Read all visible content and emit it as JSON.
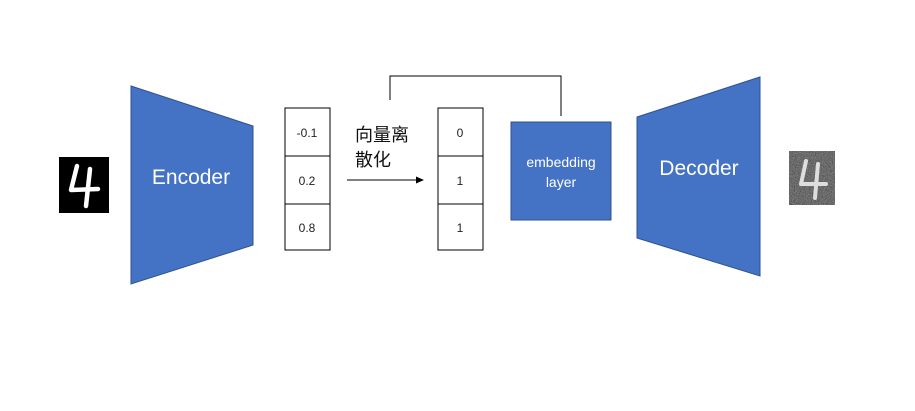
{
  "encoder": {
    "label": "Encoder"
  },
  "decoder": {
    "label": "Decoder"
  },
  "embedding": {
    "line1": "embedding",
    "line2": "layer"
  },
  "continuous_vector": {
    "values": [
      "-0.1",
      "0.2",
      "0.8"
    ]
  },
  "discrete_vector": {
    "values": [
      "0",
      "1",
      "1"
    ]
  },
  "quantize_label": {
    "line1": "向量离",
    "line2": "散化"
  },
  "colors": {
    "block_fill": "#4472C4",
    "block_stroke": "#2F528F",
    "line": "#000000",
    "background": "#FFFFFF"
  },
  "images": {
    "input_digit": "4",
    "output_digit": "4"
  }
}
